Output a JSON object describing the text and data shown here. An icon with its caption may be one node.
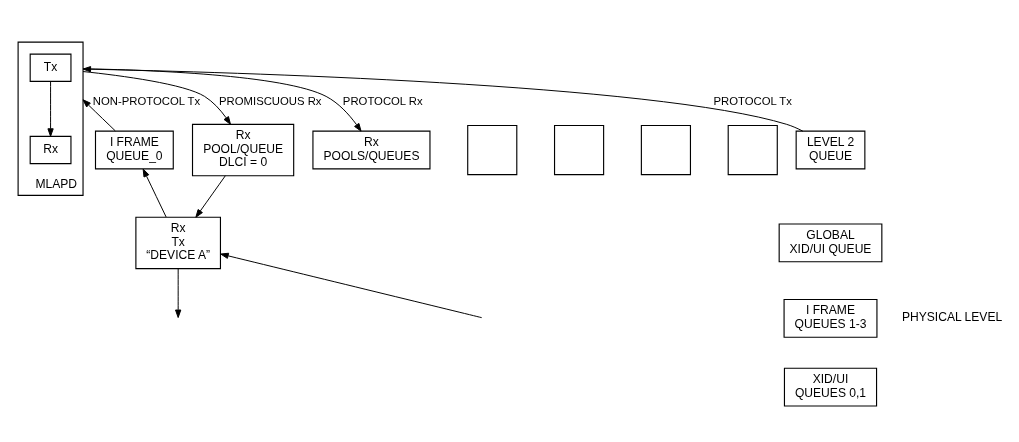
{
  "diagram": {
    "nodes": [
      {
        "text": [
          "MLAPD"
        ]
      },
      {
        "text": [
          "Tx"
        ],
        "in": 0
      },
      {
        "text": [
          "Rx"
        ],
        "in": 0
      },
      {
        "text": [
          "I FRAME QUEUE_0"
        ]
      },
      {
        "text": [
          "Rx POOL/QUEUE DLCI = 0"
        ]
      },
      {
        "text": [
          "Rx",
          "Tx",
          "“DEVICE A”"
        ]
      },
      {
        "text": [
          "Rx POOLS/QUEUES"
        ]
      },
      {
        "text": [],
        "shape": "box"
      },
      {
        "text": [],
        "shape": "box"
      },
      {
        "text": [],
        "shape": "box"
      },
      {
        "text": [],
        "shape": "box"
      },
      {
        "text": [
          "LEVEL 2 QUEUE"
        ]
      },
      {
        "text": [
          "GLOBAL XID/UI QUEUE"
        ]
      },
      {
        "text": [
          "I FRAME QUEUES 1-3"
        ]
      },
      {
        "text": [
          "XID/UI QUEUES 0,1"
        ]
      }
    ],
    "edges": [
      {
        "from": 3,
        "to": 0,
        "arrow": "to",
        "label": "NON-PROTOCOL Tx"
      },
      {
        "from": 0,
        "to": 4,
        "arrow": "to",
        "label": "PROMISCUOUS Rx"
      },
      {
        "from": 1,
        "to": 2,
        "arrow": "to"
      },
      {
        "from": 0,
        "to": 6,
        "arrow": "to",
        "label": "PROTOCOL Rx"
      },
      {
        "from": 11,
        "to": 0,
        "arrow": "to",
        "label": "PROTOCOL Tx"
      },
      {
        "from": 5,
        "to": 3,
        "arrow": "to"
      },
      {
        "from": 4,
        "to": 5,
        "arrow": "to"
      },
      {
        "from": null,
        "to": 5,
        "arrow": "to"
      },
      {
        "from": 5,
        "to": null,
        "arrow": "to"
      }
    ],
    "labels": [
      "PHYSICAL LEVEL"
    ]
  }
}
